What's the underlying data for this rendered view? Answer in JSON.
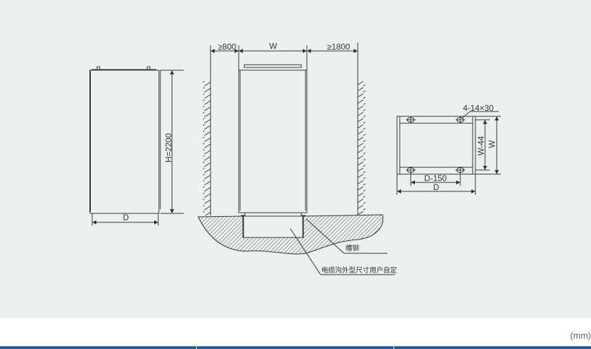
{
  "front_view": {
    "height_label": "H=2200",
    "depth_label": "D"
  },
  "install_view": {
    "front_clearance": "≥800",
    "width_label": "W",
    "rear_clearance": "≥1800",
    "channel_steel_label": "槽钢",
    "cable_trench_label": "电缆沟外型尺寸用户自定"
  },
  "base_plan": {
    "hole_label": "4-14×30",
    "inner_width_label": "W-44",
    "width_label": "W",
    "inner_depth_label": "D-150",
    "depth_label": "D"
  },
  "unit": "(mm)",
  "colors": {
    "background": "#eef0ef",
    "line": "#333333",
    "accent": "#1d5aa8"
  }
}
